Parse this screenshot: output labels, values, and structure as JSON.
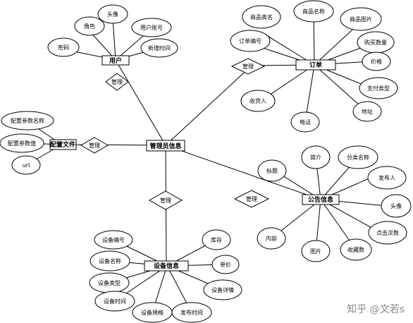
{
  "entities": {
    "user": "用户",
    "order": "订单",
    "admin": "管理员信息",
    "config": "配置文件",
    "notice": "公告信息",
    "device": "设备信息"
  },
  "relations": {
    "user_rel": "管理",
    "order_rel": "管理",
    "config_rel": "管理",
    "device_rel": "管理",
    "notice_rel": "管理"
  },
  "user_attrs": [
    "角色",
    "头像",
    "用户账号",
    "密码",
    "新增时间"
  ],
  "order_attrs": [
    "商品类名",
    "商品名称",
    "商品图片",
    "订单编号",
    "购买数量",
    "价格",
    "支付类型",
    "收货人",
    "电话",
    "地址"
  ],
  "config_attrs": [
    "配置参数名称",
    "配置参数值",
    "url"
  ],
  "notice_attrs": [
    "简介",
    "分类名称",
    "标题",
    "发布人",
    "头像",
    "点击次数",
    "内容",
    "图片",
    "收藏数"
  ],
  "device_attrs": [
    "设备编号",
    "库存",
    "设备名称",
    "单价",
    "设备类型",
    "设备详情",
    "设备时间",
    "设备規格",
    "发布时间"
  ],
  "watermark": "知乎 @文若s"
}
